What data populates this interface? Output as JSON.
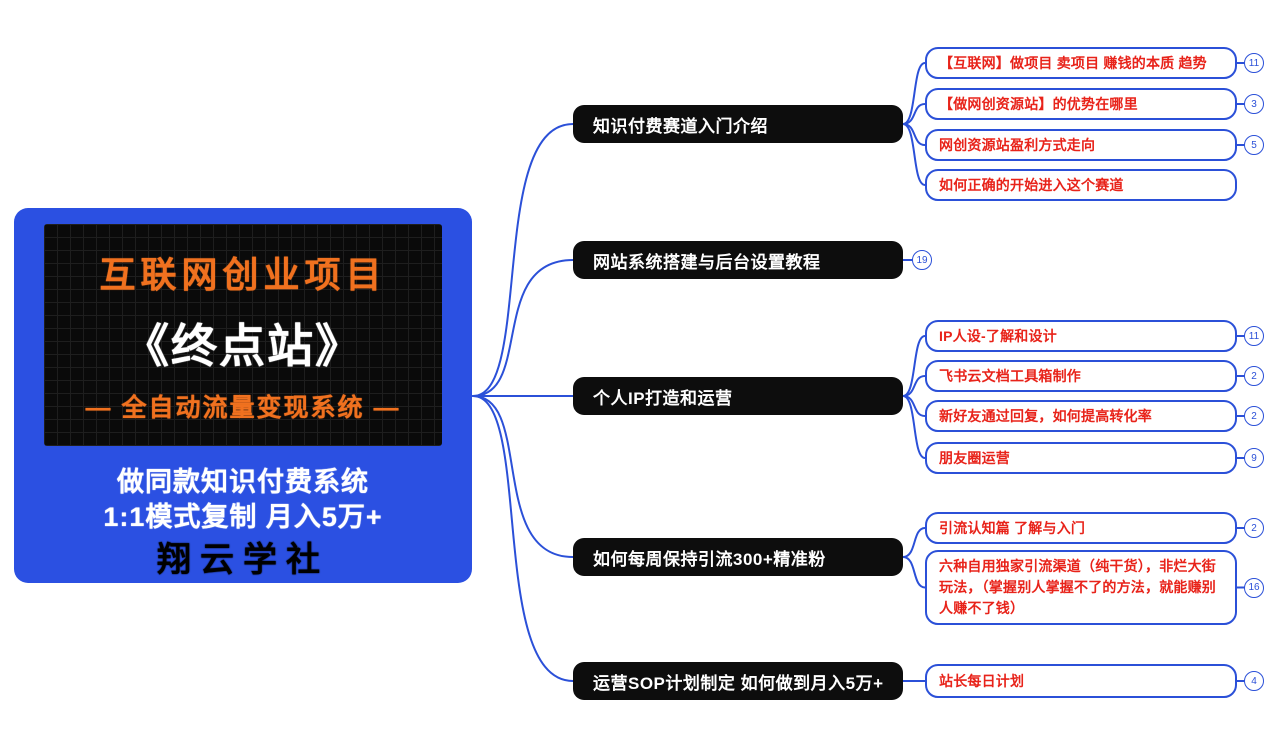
{
  "central": {
    "banner": {
      "line1": "互联网创业项目",
      "line2": "《终点站》",
      "line3": "— 全自动流量变现系统 —"
    },
    "sub1": "做同款知识付费系统",
    "sub2": "1:1模式复制  月入5万+",
    "brand": "翔云学社"
  },
  "colors": {
    "central_bg": "#2b50e2",
    "branch_bg": "#0d0d0d",
    "edge_blue": "#2b50d8",
    "child_text_red": "#e8231a",
    "banner_orange": "#f0711f"
  },
  "branches": [
    {
      "label": "知识付费赛道入门介绍",
      "badge": null,
      "children": [
        {
          "label": "【互联网】做项目 卖项目 赚钱的本质 趋势",
          "badge": "11"
        },
        {
          "label": "【做网创资源站】的优势在哪里",
          "badge": "3"
        },
        {
          "label": "网创资源站盈利方式走向",
          "badge": "5"
        },
        {
          "label": "如何正确的开始进入这个赛道",
          "badge": null
        }
      ]
    },
    {
      "label": "网站系统搭建与后台设置教程",
      "badge": "19",
      "children": []
    },
    {
      "label": "个人IP打造和运营",
      "badge": null,
      "children": [
        {
          "label": "IP人设-了解和设计",
          "badge": "11"
        },
        {
          "label": "飞书云文档工具箱制作",
          "badge": "2"
        },
        {
          "label": "新好友通过回复，如何提高转化率",
          "badge": "2"
        },
        {
          "label": "朋友圈运营",
          "badge": "9"
        }
      ]
    },
    {
      "label": "如何每周保持引流300+精准粉",
      "badge": null,
      "children": [
        {
          "label": "引流认知篇 了解与入门",
          "badge": "2"
        },
        {
          "label": "六种自用独家引流渠道（纯干货），非烂大街玩法，（掌握别人掌握不了的方法，就能赚别人赚不了钱）",
          "badge": "16"
        }
      ]
    },
    {
      "label": "运营SOP计划制定 如何做到月入5万+",
      "badge": null,
      "children": [
        {
          "label": "站长每日计划",
          "badge": "4"
        }
      ]
    }
  ]
}
